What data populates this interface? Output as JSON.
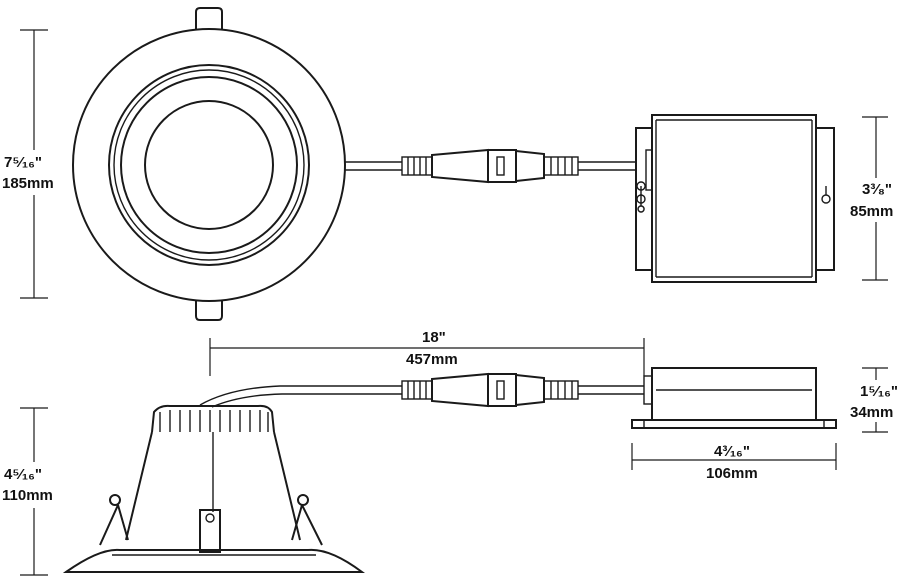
{
  "dimensions": {
    "top_height_in": "7⁵⁄₁₆\"",
    "top_height_mm": "185mm",
    "box_height_in": "3³⁄₈\"",
    "box_height_mm": "85mm",
    "cable_length_in": "18\"",
    "cable_length_mm": "457mm",
    "side_height_in": "4⁵⁄₁₆\"",
    "side_height_mm": "110mm",
    "box_depth_in": "1⁵⁄₁₆\"",
    "box_depth_mm": "34mm",
    "box_width_in": "4³⁄₁₆\"",
    "box_width_mm": "106mm"
  },
  "colors": {
    "line": "#1a1a1a",
    "background": "#ffffff"
  }
}
